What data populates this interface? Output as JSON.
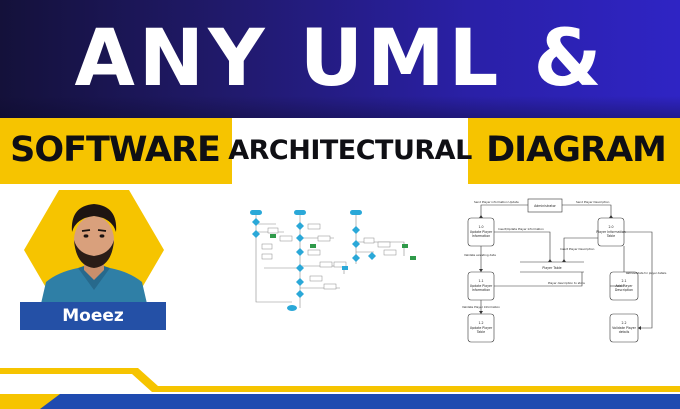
{
  "banner": {
    "title": "ANY UML &",
    "background": "#241c8c"
  },
  "keywords": {
    "left": "SOFTWARE",
    "center": "ARCHITECTURAL",
    "right": "DIAGRAM",
    "accent": "#f6c400"
  },
  "profile": {
    "name": "Moeez",
    "tag_color": "#2450a6"
  },
  "dfd": {
    "administrator": "Administrator",
    "player_table": "Player Table",
    "process_1_0": [
      "1.0",
      "Update Player",
      "Information"
    ],
    "process_1_1": [
      "1.1",
      "Update Player",
      "Information"
    ],
    "process_1_2": [
      "1.2",
      "Update Player",
      "Table"
    ],
    "process_2_0": [
      "2.0",
      "Player Information",
      "Table"
    ],
    "process_2_1": [
      "2.1",
      "Add Player",
      "Description"
    ],
    "process_2_2": [
      "2.2",
      "Validate Player",
      "details"
    ],
    "flow_send_info": "Send Player information Update",
    "flow_insert_update": "Insert/Update Player Information",
    "flow_send_desc": "Send Player Description",
    "flow_insert_desc": "Insert Player Description",
    "flow_validate_existing": "Validate exsisting data",
    "flow_validate_info": "Validate Player Information",
    "flow_desc_store": "Player description to store",
    "flow_retrieve": "Retrieve data for player details"
  }
}
